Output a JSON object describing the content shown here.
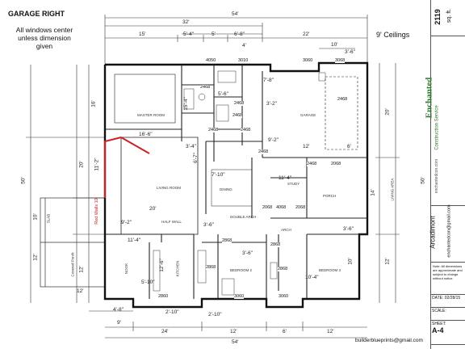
{
  "header": {
    "title": "GARAGE RIGHT",
    "note_line1": "All windows center",
    "note_line2": "unless dimension",
    "note_line3": "given",
    "ceilings": "9' Ceilings"
  },
  "dims_top": {
    "overall": "54'",
    "left_span": "32'",
    "seg1": "15'",
    "seg2": "5'-4\"",
    "seg3": "5'",
    "seg4": "6'-8\"",
    "seg5": "22'",
    "seg6": "4'",
    "seg7": "10'",
    "seg8": "3'-6\""
  },
  "dims_left": {
    "overall": "50'",
    "d1": "20'",
    "d2": "11'-2\"",
    "d3": "10'",
    "d4": "12'",
    "d5": "12'",
    "d6": "16'",
    "d7": "15'-4\""
  },
  "dims_right": {
    "overall": "50'",
    "d1": "20'",
    "d2": "14'",
    "d3": "12'",
    "d4": "10'",
    "d5": "3'-6\""
  },
  "dims_bottom": {
    "overall": "54'",
    "seg1": "9'",
    "seg2": "24'",
    "seg3": "12'",
    "seg4": "6'",
    "seg5": "12'",
    "seg6": "4'-8\"",
    "seg7": "2'-10\"",
    "seg8": "2'-10\"",
    "seg9": "12'"
  },
  "interior_dims": {
    "a": "16'-6\"",
    "b": "20'",
    "c": "9'-2\"",
    "d": "11'-4\"",
    "e": "12'-6\"",
    "f": "5'-10\"",
    "g": "7'-10\"",
    "h": "11'-4\"",
    "i": "12'",
    "j": "6'",
    "k": "6'-7\"",
    "l": "9'-2\"",
    "m": "3'-6\"",
    "n": "3'-6\"",
    "o": "10'-4\"",
    "p": "7'-8\"",
    "q": "5'-6\"",
    "r": "3'-2\"",
    "s": "3'-4\""
  },
  "windows": [
    "4050",
    "3010",
    "3060",
    "3068",
    "2468",
    "2468",
    "2468",
    "2468",
    "2468",
    "2468",
    "2468",
    "4068",
    "2068",
    "2068",
    "2068",
    "2868",
    "2868",
    "2868",
    "3060",
    "3060",
    "2860",
    "2868",
    "2468"
  ],
  "rooms": {
    "master": "MASTER ROOM",
    "garage": "GARAGE",
    "living": "LIVING ROOM",
    "dining": "DINING",
    "kitchen": "KITCHEN",
    "nook": "NOOK",
    "bed2": "BEDROOM 2",
    "bed3": "BEDROOM 3",
    "porch": "PORCH",
    "study": "STUDY",
    "arch": "ARCH",
    "double_arch": "DOUBLE ARCH",
    "half_wall": "HALF WALL",
    "slab": "SLAB",
    "covered_porch": "Covered Porch",
    "red_walls": "Red Walls 10'",
    "living_area": "LIVING AREA"
  },
  "title_block": {
    "sqft": "2119",
    "sqft_label": "sq. ft.",
    "brand1": "Enchanted",
    "brand2": "Construction Service",
    "site": "enchantedcon.com",
    "plan_name": "Arcadimont",
    "email": "enchantedcon@gmail.com",
    "disclaimer": "Note: All dimensions are approximate and subject to change without notice.",
    "date": "02/28/15",
    "date_label": "DATE:",
    "scale_label": "SCALE:",
    "sheet_label": "SHEET:",
    "sheet": "A-4"
  },
  "footer_email": "builderblueprints@gmail.com",
  "colors": {
    "line": "#111111",
    "red": "#cc2222",
    "brand": "#2e7d2e"
  }
}
